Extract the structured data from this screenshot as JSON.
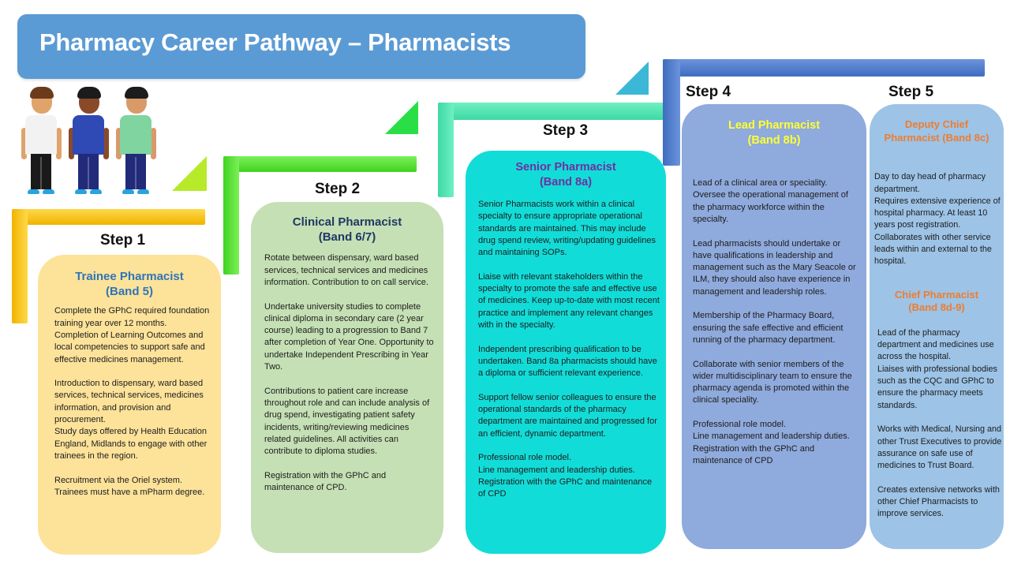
{
  "title": "Pharmacy Career Pathway – Pharmacists",
  "colors": {
    "title_bg": "#5b9bd5",
    "step1_bracket": "#f5c518",
    "step2_bracket": "#5ee63a",
    "step3_bracket": "#4fe0b0",
    "step4_bracket": "#4a78c8",
    "step1_card": "#fde29a",
    "step2_card": "#c5e0b4",
    "step3_card": "#12dcd8",
    "step4_card": "#8faadc",
    "step5_card": "#9dc3e6",
    "step1_role": "#2e75b6",
    "step2_role": "#1f3864",
    "step3_role": "#7030a0",
    "step4_role": "#ffff33",
    "step5_role": "#ed7d31"
  },
  "illustration": {
    "people": [
      {
        "name": "staff-white-uniform",
        "shirt": "#f2f2f2",
        "trousers": "#1a1a1a",
        "skin": "#e0a36a",
        "hair": "#6b3b1a"
      },
      {
        "name": "staff-navy-uniform",
        "shirt": "#2f49b5",
        "trousers": "#222a7a",
        "skin": "#8a4a2a",
        "hair": "#1c1c1c"
      },
      {
        "name": "staff-green-uniform",
        "shirt": "#7fd4a0",
        "trousers": "#222a7a",
        "skin": "#d99a6a",
        "hair": "#1c1c1c"
      }
    ]
  },
  "steps": [
    {
      "label": "Step 1",
      "role": "Trainee Pharmacist\n(Band 5)",
      "body": "Complete the GPhC required foundation training year over 12 months. Completion of Learning Outcomes and local competencies to support safe and effective medicines management.\n\nIntroduction to dispensary, ward based services, technical services, medicines information, and provision and procurement.\nStudy days offered by Health Education England, Midlands to engage with other trainees in the region.\n\nRecruitment via the Oriel system. Trainees must have a mPharm degree."
    },
    {
      "label": "Step 2",
      "role": "Clinical Pharmacist\n(Band 6/7)",
      "body": "Rotate between dispensary, ward based services, technical services and medicines information. Contribution to on call service.\n\nUndertake university studies to complete clinical diploma in secondary care (2 year course) leading to a progression to Band 7 after completion of Year One. Opportunity to undertake Independent Prescribing in Year Two.\n\nContributions to patient care increase throughout role and can include analysis of drug spend, investigating patient safety incidents, writing/reviewing medicines related guidelines. All activities can contribute to diploma studies.\n\nRegistration with the GPhC and maintenance of CPD."
    },
    {
      "label": "Step 3",
      "role": "Senior Pharmacist\n(Band 8a)",
      "body": "Senior Pharmacists work within a clinical specialty to ensure appropriate operational standards are maintained. This may include drug spend review, writing/updating guidelines and maintaining SOPs.\n\nLiaise with relevant stakeholders within the specialty to promote the safe and effective use of medicines. Keep up-to-date with most recent practice and implement any relevant changes with in the specialty.\n\nIndependent prescribing qualification to be undertaken. Band 8a pharmacists should have a diploma or sufficient relevant experience.\n\nSupport fellow senior colleagues to ensure the operational standards of the pharmacy department are maintained and progressed for an efficient, dynamic department.\n\nProfessional role model.\nLine management and leadership duties.\nRegistration with the GPhC and maintenance of CPD"
    },
    {
      "label": "Step 4",
      "role": "Lead Pharmacist\n(Band 8b)",
      "body": "Lead of a clinical area or speciality.\nOversee the operational management of the pharmacy workforce within the specialty.\n\nLead pharmacists should undertake or have qualifications in leadership and management such as the Mary Seacole or ILM, they should also have experience in management and leadership roles.\n\nMembership of the Pharmacy Board, ensuring the safe effective and efficient running of the pharmacy department.\n\nCollaborate with senior members of the wider multidisciplinary team to ensure the pharmacy agenda is promoted within the clinical speciality.\n\nProfessional role model.\nLine management and leadership duties. Registration with the GPhC and maintenance of CPD"
    },
    {
      "label": "Step 5",
      "roles": [
        {
          "role": "Deputy Chief\nPharmacist (Band 8c)",
          "body": "Day to day head of pharmacy department.\nRequires extensive experience of hospital pharmacy. At least 10 years post registration.\nCollaborates with other service leads within and external to the hospital."
        },
        {
          "role": "Chief Pharmacist\n(Band 8d-9)",
          "body": "Lead of the pharmacy department and medicines use across the hospital.\nLiaises with professional bodies such as the CQC and GPhC to ensure the pharmacy meets standards.\n\nWorks with Medical, Nursing and other Trust Executives to provide assurance on safe use of medicines to Trust Board.\n\nCreates extensive networks with other Chief Pharmacists to improve services."
        }
      ]
    }
  ]
}
